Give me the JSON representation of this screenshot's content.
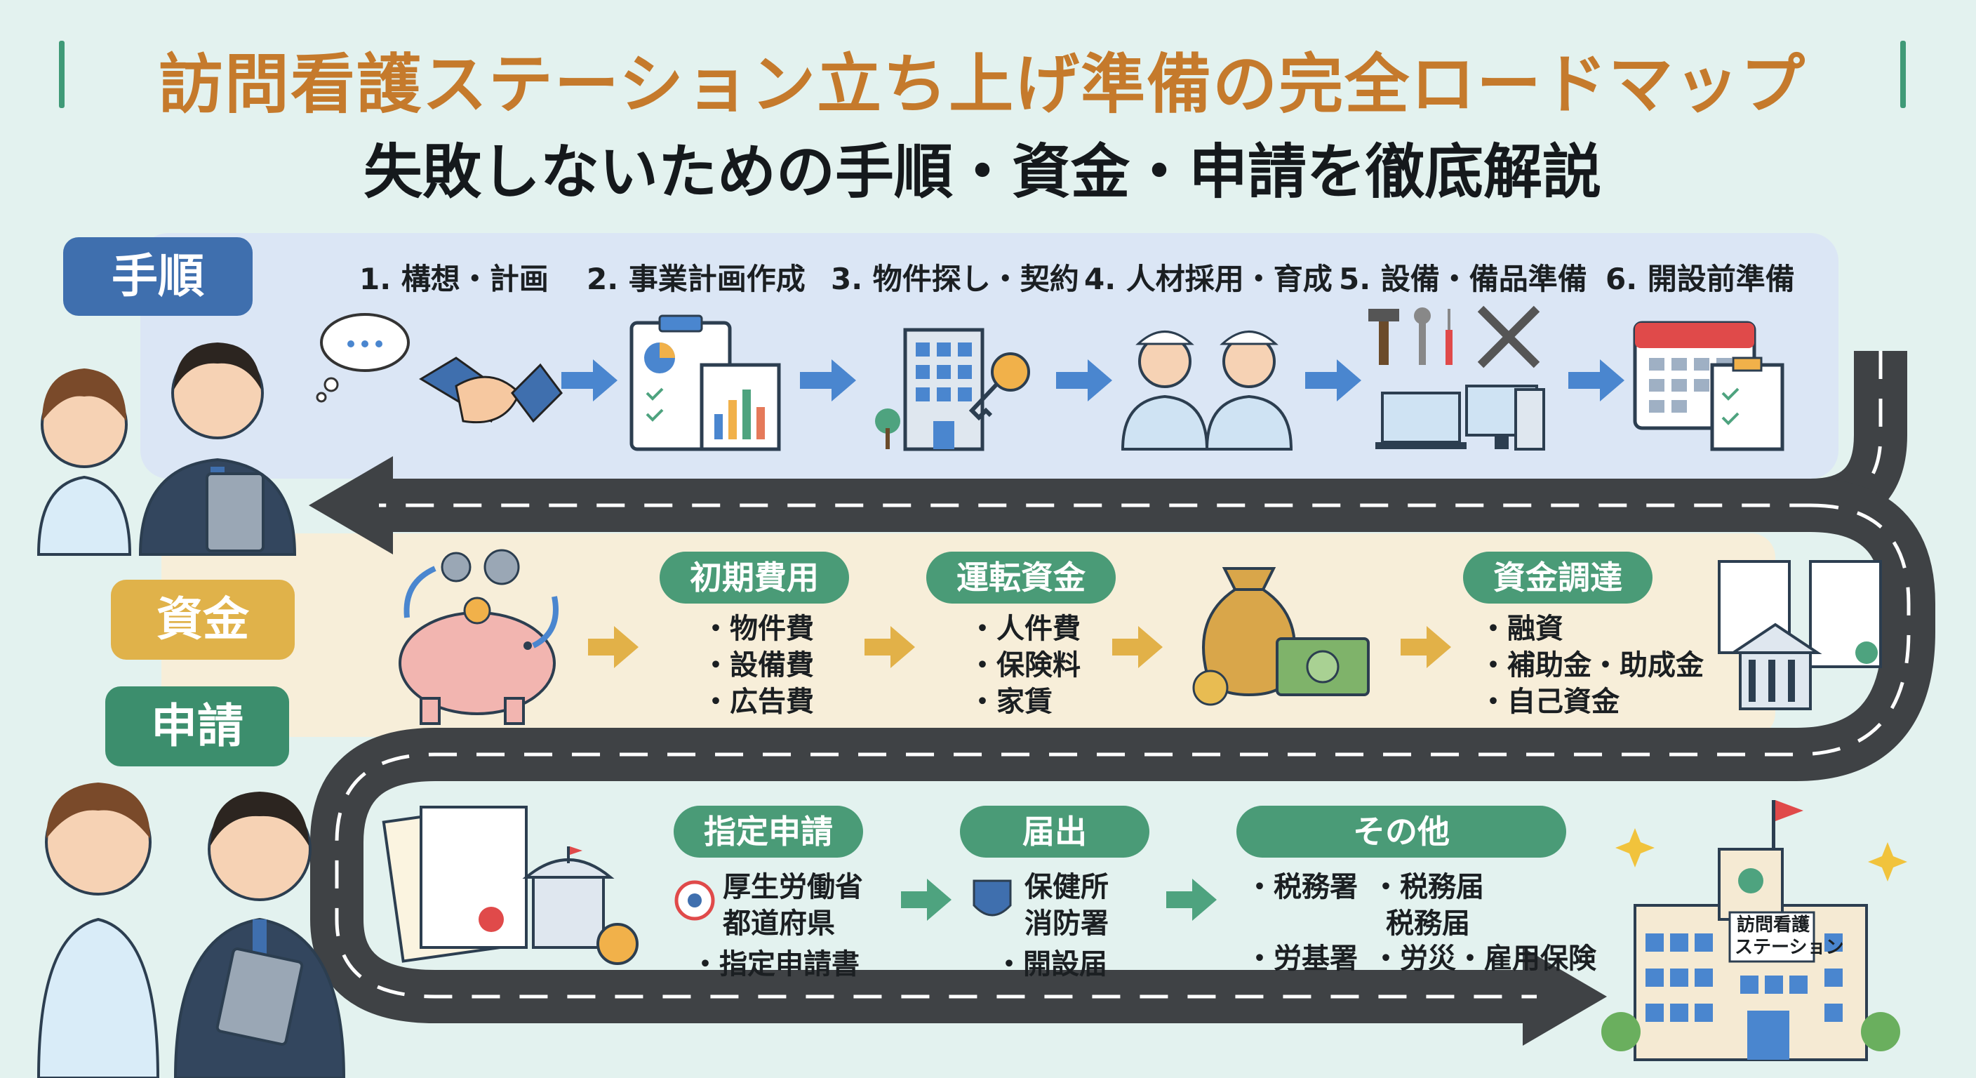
{
  "title": "訪問看護ステーション立ち上げ準備の完全ロードマップ",
  "subtitle": "失敗しないための手順・資金・申請を徹底解説",
  "sections": {
    "steps": "手順",
    "funds": "資金",
    "apply": "申請"
  },
  "steps": [
    {
      "label": "1. 構想・計画",
      "icon": "thought-handshake-icon"
    },
    {
      "label": "2. 事業計画作成",
      "icon": "clipboard-chart-icon"
    },
    {
      "label": "3. 物件探し・契約",
      "icon": "building-key-icon"
    },
    {
      "label": "4. 人材採用・育成",
      "icon": "nurses-icon"
    },
    {
      "label": "5. 設備・備品準備",
      "icon": "tools-computer-icon"
    },
    {
      "label": "6. 開設前準備",
      "icon": "calendar-checklist-icon"
    }
  ],
  "funds": {
    "initial": {
      "title": "初期費用",
      "items": [
        "物件費",
        "設備費",
        "広告費"
      ]
    },
    "running": {
      "title": "運転資金",
      "items": [
        "人件費",
        "保険料",
        "家賃"
      ]
    },
    "raising": {
      "title": "資金調達",
      "items": [
        "融資",
        "補助金・助成金",
        "自己資金"
      ]
    }
  },
  "apply": {
    "designation": {
      "title": "指定申請",
      "org_lines": [
        "厚生労働省",
        "都道府県"
      ],
      "doc": "指定申請書"
    },
    "notification": {
      "title": "届出",
      "org_lines": [
        "保健所",
        "消防署"
      ],
      "doc": "開設届"
    },
    "other": {
      "title": "その他",
      "row1": {
        "office": "税務署",
        "item1": "税務届",
        "item2": "税務届"
      },
      "row2": {
        "office": "労基署",
        "item": "労災・雇用保険"
      }
    }
  },
  "station_sign": [
    "訪問看護",
    "ステーション"
  ],
  "colors": {
    "title_orange": "#c57a2c",
    "steps_blue": "#3f6fae",
    "funds_gold": "#e0b24a",
    "apply_green": "#3c8e6d",
    "pill_green": "#4a9b77",
    "road": "#3f4245",
    "arrow_blue": "#4a86cf",
    "arrow_gold": "#e2b148",
    "arrow_green": "#4ea37f"
  }
}
